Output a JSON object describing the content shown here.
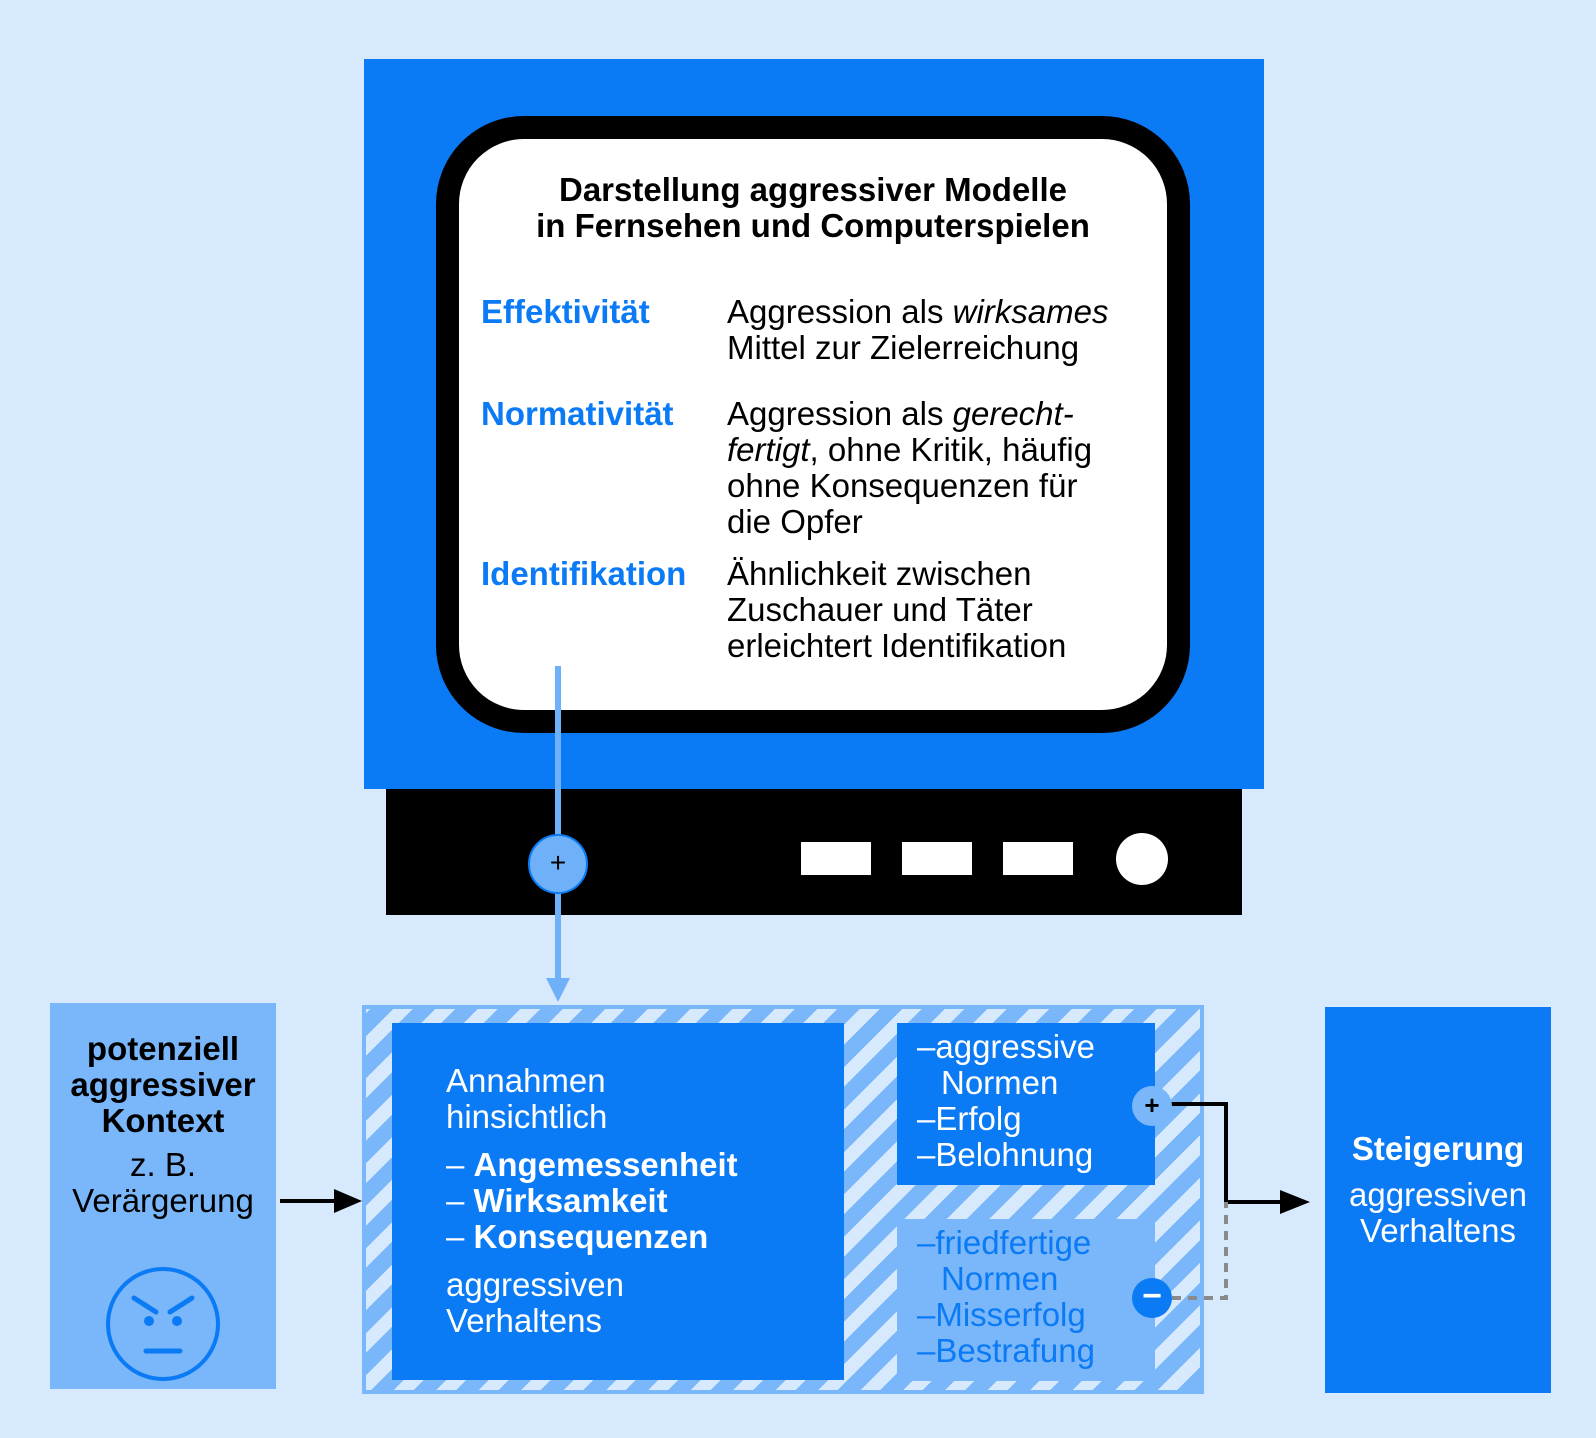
{
  "tv": {
    "title_line1": "Darstellung aggressiver Modelle",
    "title_line2": "in Fernsehen und Computerspielen",
    "rows": [
      {
        "term": "Effektivität",
        "desc": [
          {
            "pre": "Aggression als ",
            "em": "wirksames",
            "post": ""
          },
          {
            "pre": "Mittel zur Zielerreichung",
            "em": "",
            "post": ""
          }
        ]
      },
      {
        "term": "Normativität",
        "desc": [
          {
            "pre": "Aggression als ",
            "em": "gerecht-",
            "post": ""
          },
          {
            "pre": "",
            "em": "fertigt",
            "post": ", ohne Kritik, häufig"
          },
          {
            "pre": "ohne Konsequenzen für",
            "em": "",
            "post": ""
          },
          {
            "pre": "die Opfer",
            "em": "",
            "post": ""
          }
        ]
      },
      {
        "term": "Identifikation",
        "desc": [
          {
            "pre": "Ähnlichkeit zwischen",
            "em": "",
            "post": ""
          },
          {
            "pre": "Zuschauer und Täter",
            "em": "",
            "post": ""
          },
          {
            "pre": "erleichtert Identifikation",
            "em": "",
            "post": ""
          }
        ]
      }
    ],
    "connector_sign": "+"
  },
  "context": {
    "line1": "potenziell",
    "line2": "aggressiver",
    "line3": "Kontext",
    "example1": "z. B.",
    "example2": "Verärgerung"
  },
  "assumptions": {
    "line1": "Annahmen",
    "line2": "hinsichtlich",
    "items": [
      "Angemessenheit",
      "Wirksamkeit",
      "Konsequenzen"
    ],
    "tail1": "aggressiven",
    "tail2": "Verhaltens"
  },
  "norms_positive": {
    "lines": [
      "aggressive",
      "Normen",
      "Erfolg",
      "Belohnung"
    ],
    "sign": "+"
  },
  "norms_negative": {
    "lines": [
      "friedfertige",
      "Normen",
      "Misserfolg",
      "Bestrafung"
    ],
    "sign": "−"
  },
  "result": {
    "line1": "Steigerung",
    "line2": "aggressiven",
    "line3": "Verhaltens"
  },
  "colors": {
    "background": "#d6e9fd",
    "primary_blue": "#0a7af5",
    "light_blue": "#79b6fa"
  }
}
